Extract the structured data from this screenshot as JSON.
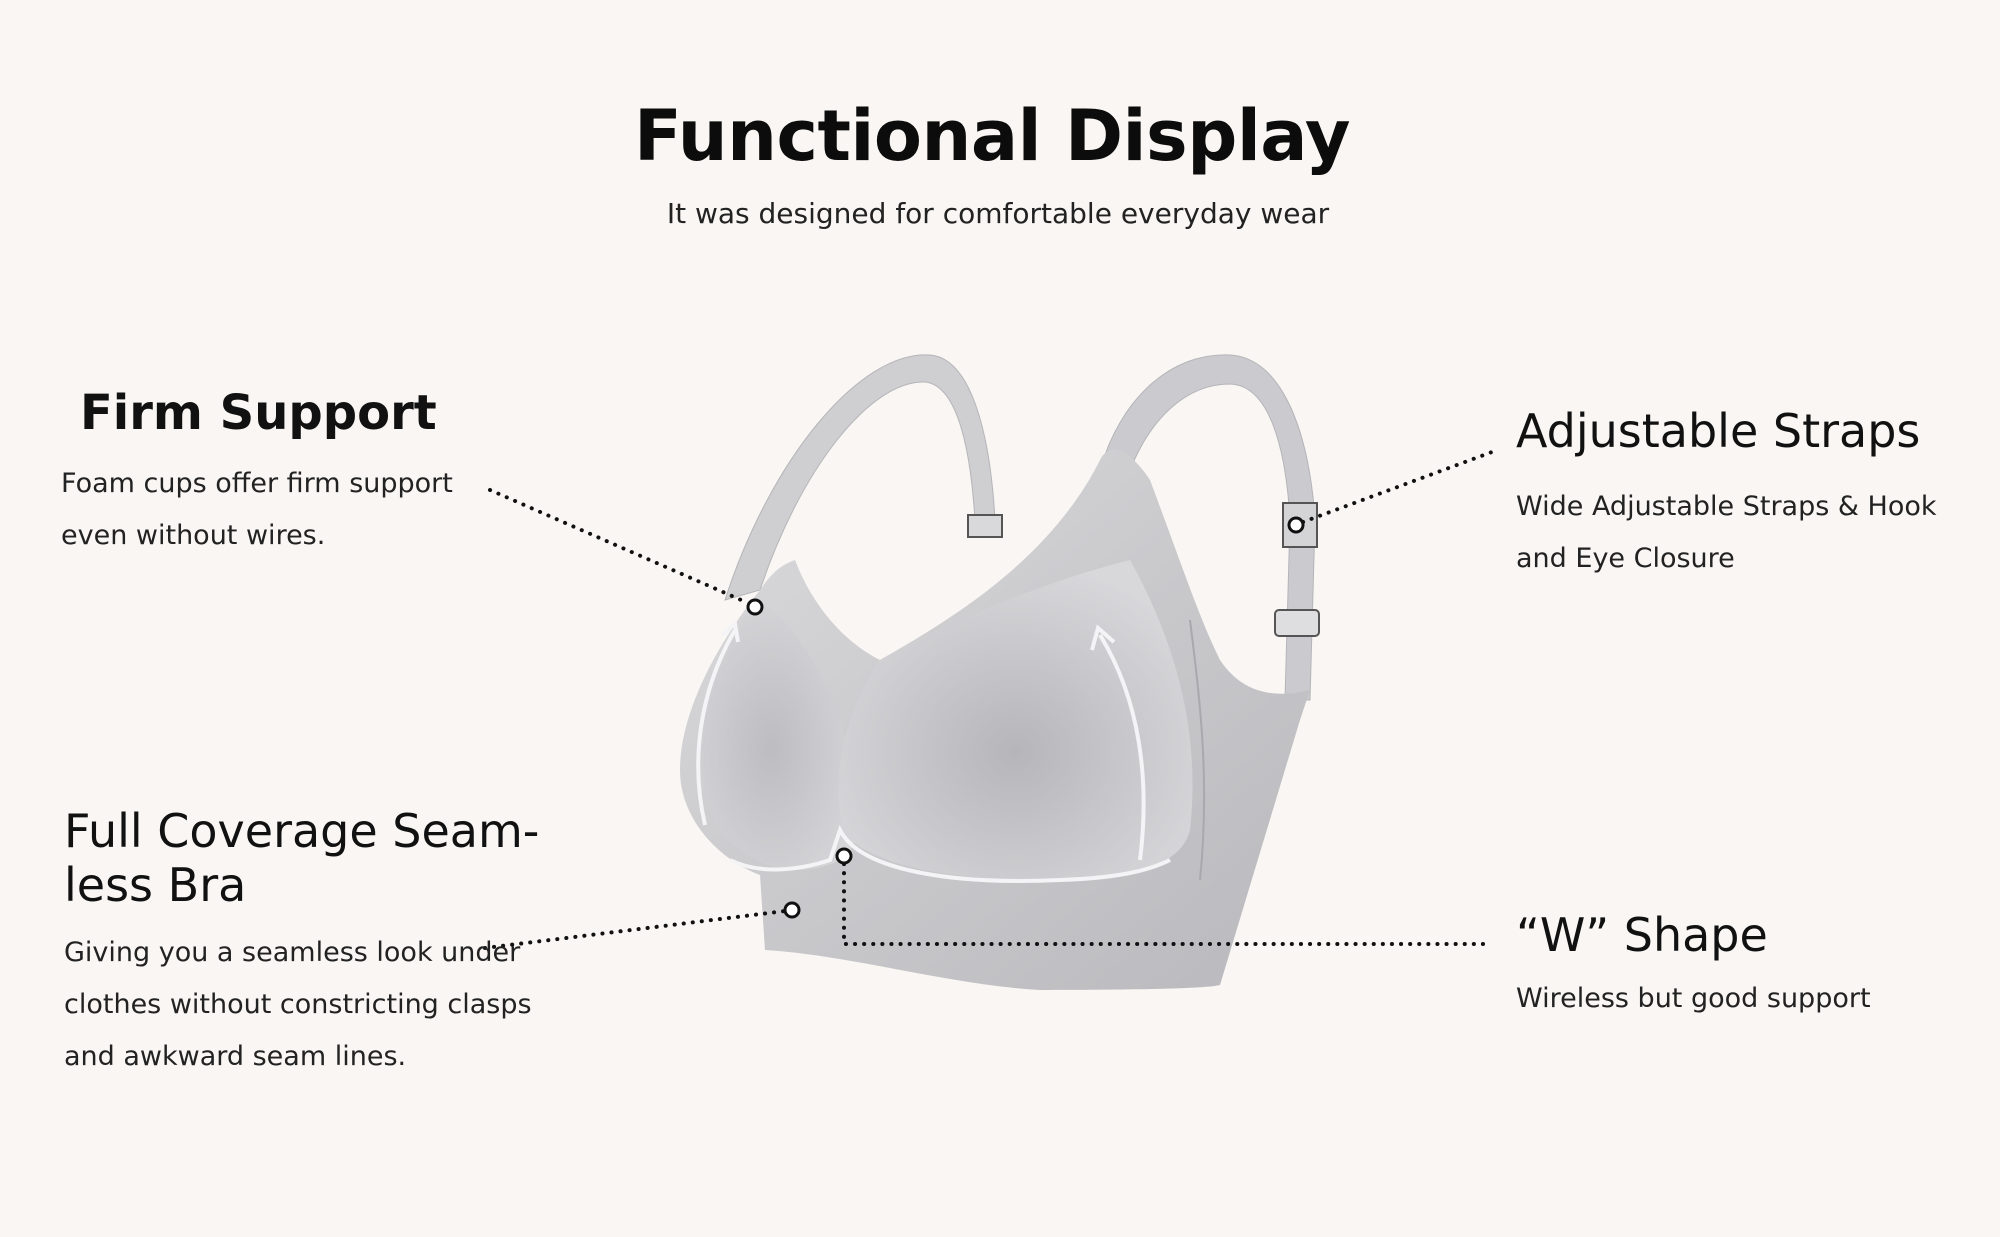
{
  "header": {
    "title": "Functional Display",
    "subtitle": "It was designed for comfortable everyday wear"
  },
  "features": [
    {
      "id": "firm-support",
      "title": "Firm Support",
      "description": "Foam cups offer firm support even without wires."
    },
    {
      "id": "adjustable-straps",
      "title": "Adjustable Straps",
      "description": "Wide Adjustable Straps & Hook and Eye Closure"
    },
    {
      "id": "full-coverage",
      "title": "Full Coverage Seam-less Bra",
      "description": "Giving you a seamless look under clothes without constricting clasps and awkward seam lines."
    },
    {
      "id": "w-shape",
      "title": "“W”  Shape",
      "description": "Wireless but good support"
    }
  ],
  "product_image": {
    "subject": "grey wireless seamless bra",
    "color": "#c4c4c8"
  },
  "colors": {
    "background": "#f9f6f3",
    "text": "#111111",
    "callout_line": "#111111"
  }
}
